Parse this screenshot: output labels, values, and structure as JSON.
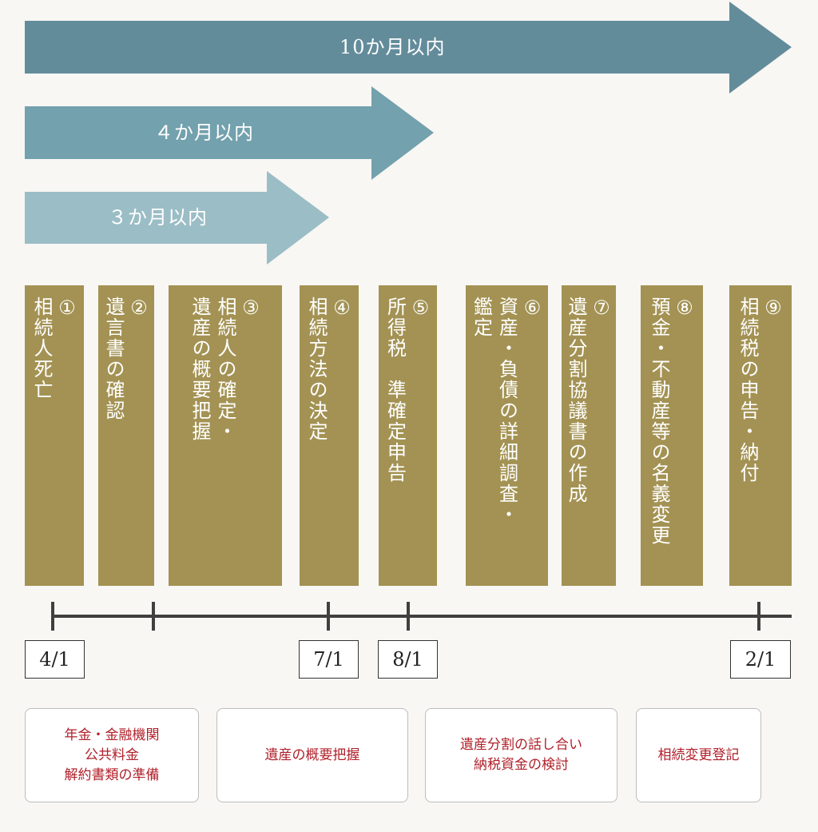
{
  "periods": {
    "ten_months": "10か月以内",
    "four_months": "４か月以内",
    "three_months": "３か月以内"
  },
  "steps": [
    "①\n相続人死亡",
    "②\n遺言書の確認",
    "③\n相続人の確定・\n遺産の概要把握",
    "④\n相続方法の決定",
    "⑤\n所得税　準確定申告",
    "⑥\n資産・負債の詳細調査・\n鑑定",
    "⑦\n遺産分割協議書の作成",
    "⑧\n預金・不動産等の名義変更",
    "⑨\n相続税の申告・納付"
  ],
  "dates": [
    "4/1",
    "7/1",
    "8/1",
    "2/1"
  ],
  "tasks": [
    "年金・金融機関\n公共料金\n解約書類の準備",
    "遺産の概要把握",
    "遺産分割の話し合い\n納税資金の検討",
    "相続変更登記"
  ],
  "colors": {
    "arrow_dark": "#638c9b",
    "arrow_mid": "#73a1ae",
    "arrow_light": "#9bbdc6",
    "column_gold": "#a39253",
    "task_text_red": "#b0202a"
  }
}
